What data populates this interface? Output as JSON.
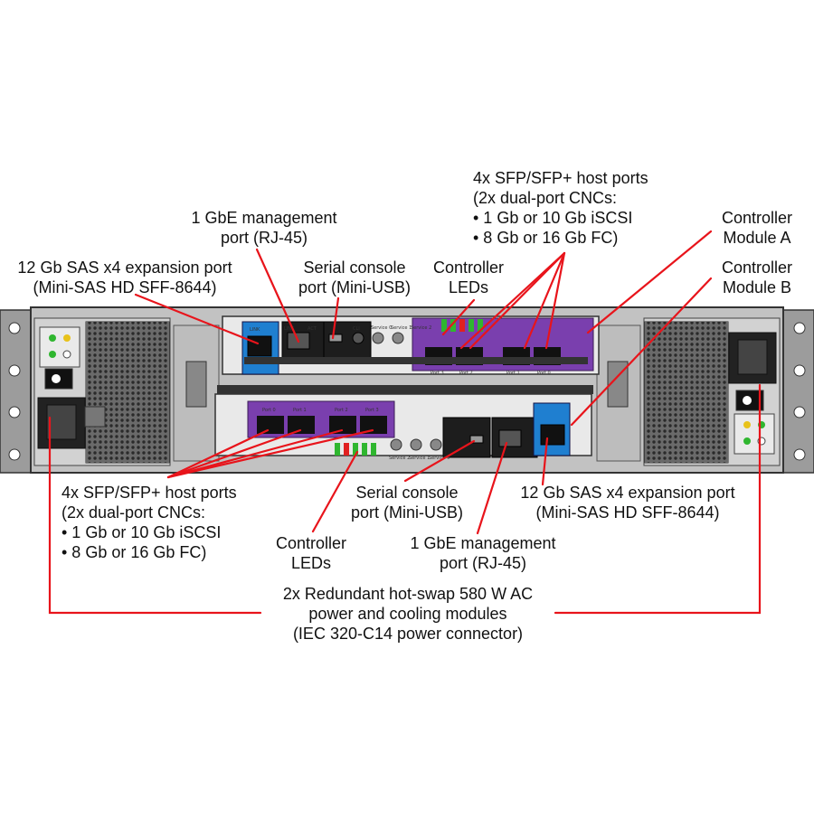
{
  "colors": {
    "callout_line": "#e8141b",
    "chassis": "#b9b9b9",
    "chassis_dark": "#4a4a4a",
    "cnc_card": "#7a3fae",
    "sas_bezel": "#1f7fd0",
    "panel_light": "#e6e6e6",
    "led_green": "#2fb62f",
    "led_red": "#e02020"
  },
  "icons": [
    "sfp-port-icon",
    "rj45-port-icon",
    "usb-port-icon",
    "power-inlet-icon",
    "fan-grille-icon",
    "led-icon"
  ],
  "labels": {
    "top_sfp": {
      "lines": [
        "4x SFP/SFP+ host ports",
        "(2x dual-port CNCs:",
        "•  1 Gb or 10 Gb iSCSI",
        "•  8 Gb or 16 Gb FC)"
      ]
    },
    "top_mgmt": {
      "lines": [
        "1 GbE management",
        "port (RJ-45)"
      ]
    },
    "ctrl_a": {
      "lines": [
        "Controller",
        "Module A"
      ]
    },
    "top_sas": {
      "lines": [
        "12 Gb SAS x4 expansion port",
        "(Mini-SAS HD SFF-8644)"
      ]
    },
    "top_serial": {
      "lines": [
        "Serial console",
        "port (Mini-USB)"
      ]
    },
    "top_leds": {
      "lines": [
        "Controller",
        "LEDs"
      ]
    },
    "ctrl_b": {
      "lines": [
        "Controller",
        "Module B"
      ]
    },
    "bot_sfp": {
      "lines": [
        "4x SFP/SFP+ host ports",
        "(2x dual-port CNCs:",
        "•  1 Gb or 10 Gb iSCSI",
        "•  8 Gb or 16 Gb FC)"
      ]
    },
    "bot_serial": {
      "lines": [
        "Serial console",
        "port (Mini-USB)"
      ]
    },
    "bot_sas": {
      "lines": [
        "12 Gb SAS x4 expansion port",
        "(Mini-SAS HD SFF-8644)"
      ]
    },
    "bot_leds": {
      "lines": [
        "Controller",
        "LEDs"
      ]
    },
    "bot_mgmt": {
      "lines": [
        "1 GbE management",
        "port (RJ-45)"
      ]
    },
    "psu": {
      "lines": [
        "2x Redundant hot-swap 580 W AC",
        "power and cooling modules",
        "(IEC 320-C14 power connector)"
      ]
    }
  },
  "panel_text": {
    "top_port_labels": [
      "Port 3",
      "Port 2",
      "Port 1",
      "Port 0"
    ],
    "bottom_port_labels": [
      "Port 0",
      "Port 1",
      "Port 2",
      "Port 3"
    ],
    "top_service_labels": [
      "Service 0",
      "Service 1",
      "Service 2"
    ],
    "bottom_service_labels": [
      "Service 2",
      "Service 1",
      "Service 0"
    ],
    "mgmt_tags": [
      "LINK",
      "ACT"
    ],
    "serial_tag": "CLI",
    "sas_tag": "LINK"
  }
}
